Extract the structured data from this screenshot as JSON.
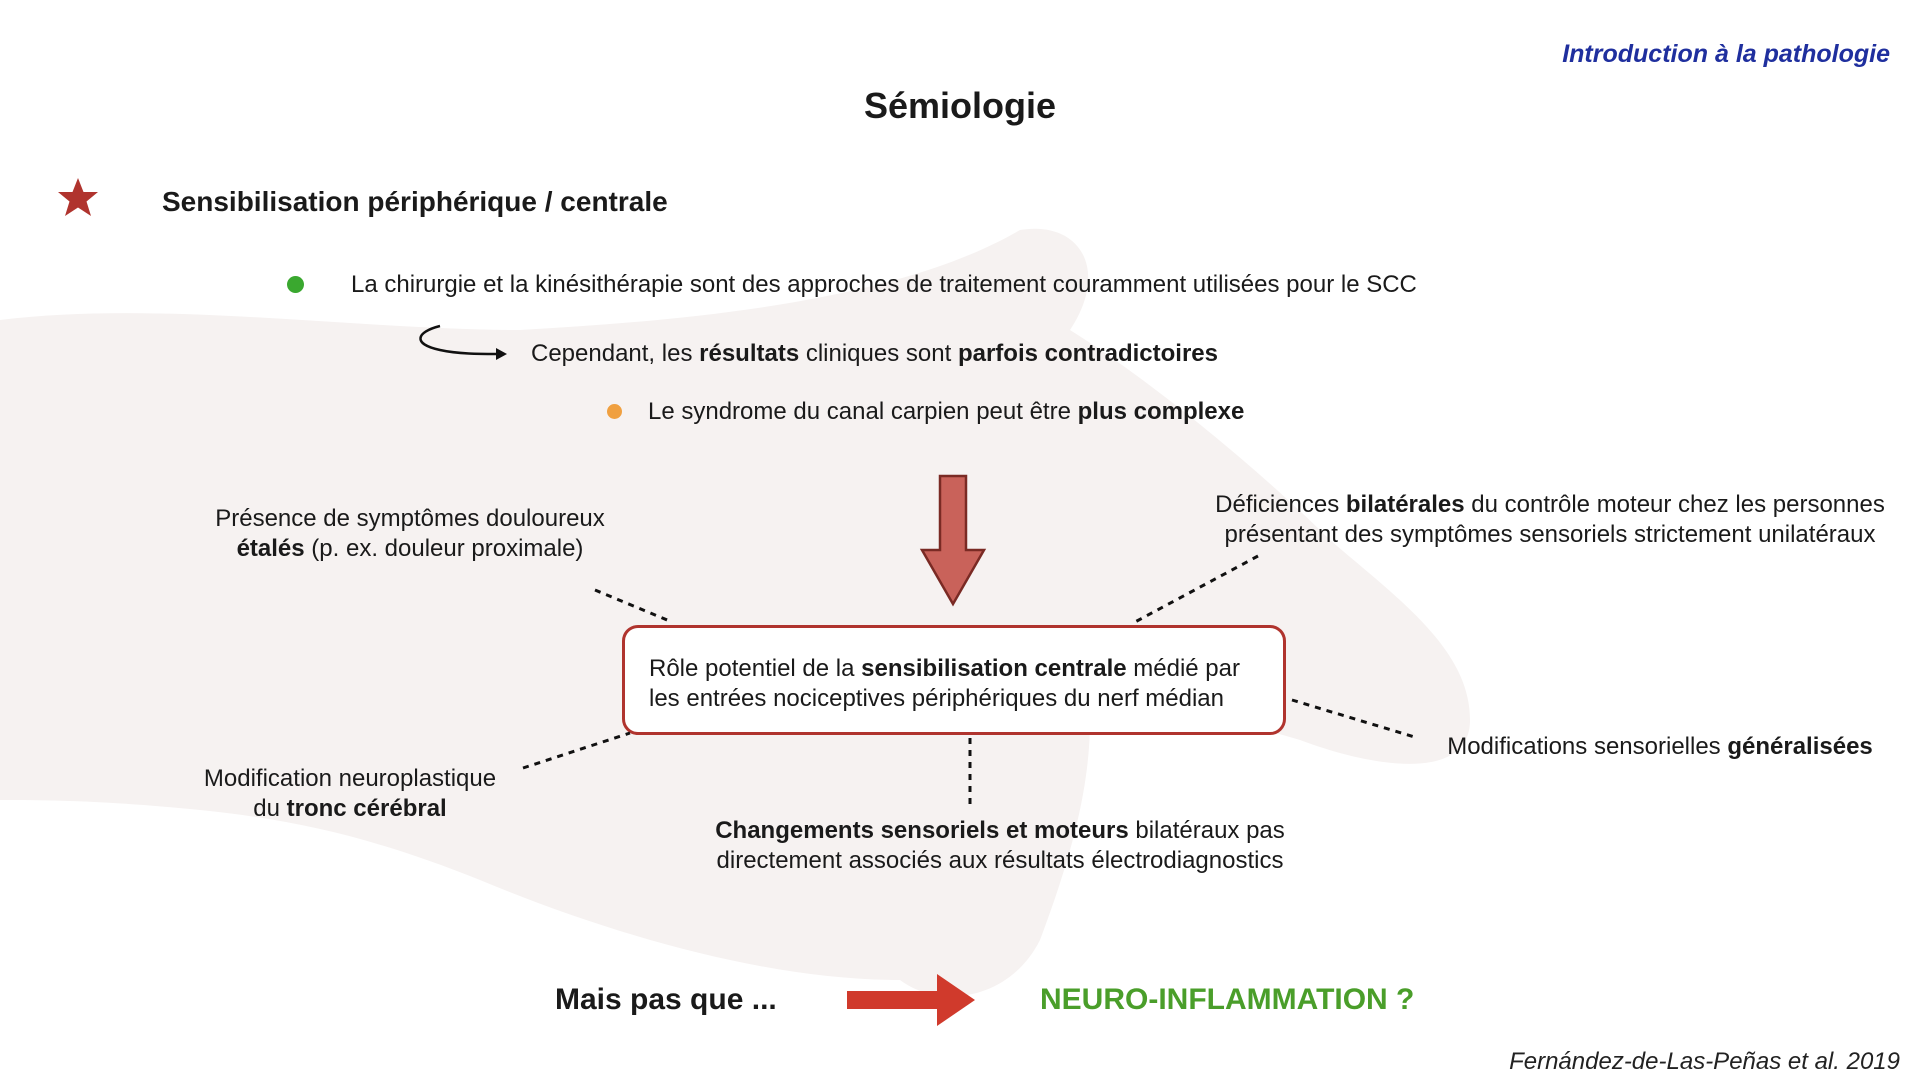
{
  "header": {
    "tag": "Introduction à la pathologie",
    "title": "Sémiologie"
  },
  "section": {
    "heading": "Sensibilisation périphérique / centrale",
    "bullet_1": "La chirurgie et la kinésithérapie sont des approches de traitement couramment utilisées pour le SCC",
    "conclusion": {
      "pre": "Cependant, les ",
      "b1": "résultats",
      "mid": " cliniques sont ",
      "b2": "parfois contradictoires"
    },
    "bullet_2": {
      "pre": "Le syndrome du canal carpien peut être ",
      "bold": "plus complexe"
    }
  },
  "diagram": {
    "central": {
      "pre": "Rôle potentiel de la ",
      "bold": "sensibilisation centrale",
      "post": " médié par les entrées nociceptives périphériques du nerf médian"
    },
    "top_left": {
      "line1": "Présence de symptômes douloureux",
      "bold": "étalés",
      "rest": " (p. ex. douleur proximale)"
    },
    "top_right": {
      "pre": "Déficiences ",
      "bold": "bilatérales",
      "post": " du contrôle moteur chez les personnes présentant des symptômes sensoriels strictement unilatéraux"
    },
    "bottom_left": {
      "line1": "Modification neuroplastique",
      "pre": "du ",
      "bold": "tronc cérébral"
    },
    "right": {
      "pre": "Modifications sensorielles ",
      "bold": "généralisées"
    },
    "bottom": {
      "bold": "Changements sensoriels et moteurs",
      "post": " bilatéraux pas directement associés aux résultats électrodiagnostics"
    }
  },
  "footer": {
    "mais": "Mais pas que ...",
    "neuro": "NEURO-INFLAMMATION ?",
    "citation": "Fernández-de-Las-Peñas et al. 2019"
  },
  "colors": {
    "accent_red": "#b0342e",
    "arrow_red": "#d03a2c",
    "green": "#4a9e2a",
    "header_blue": "#1f2f9e"
  }
}
